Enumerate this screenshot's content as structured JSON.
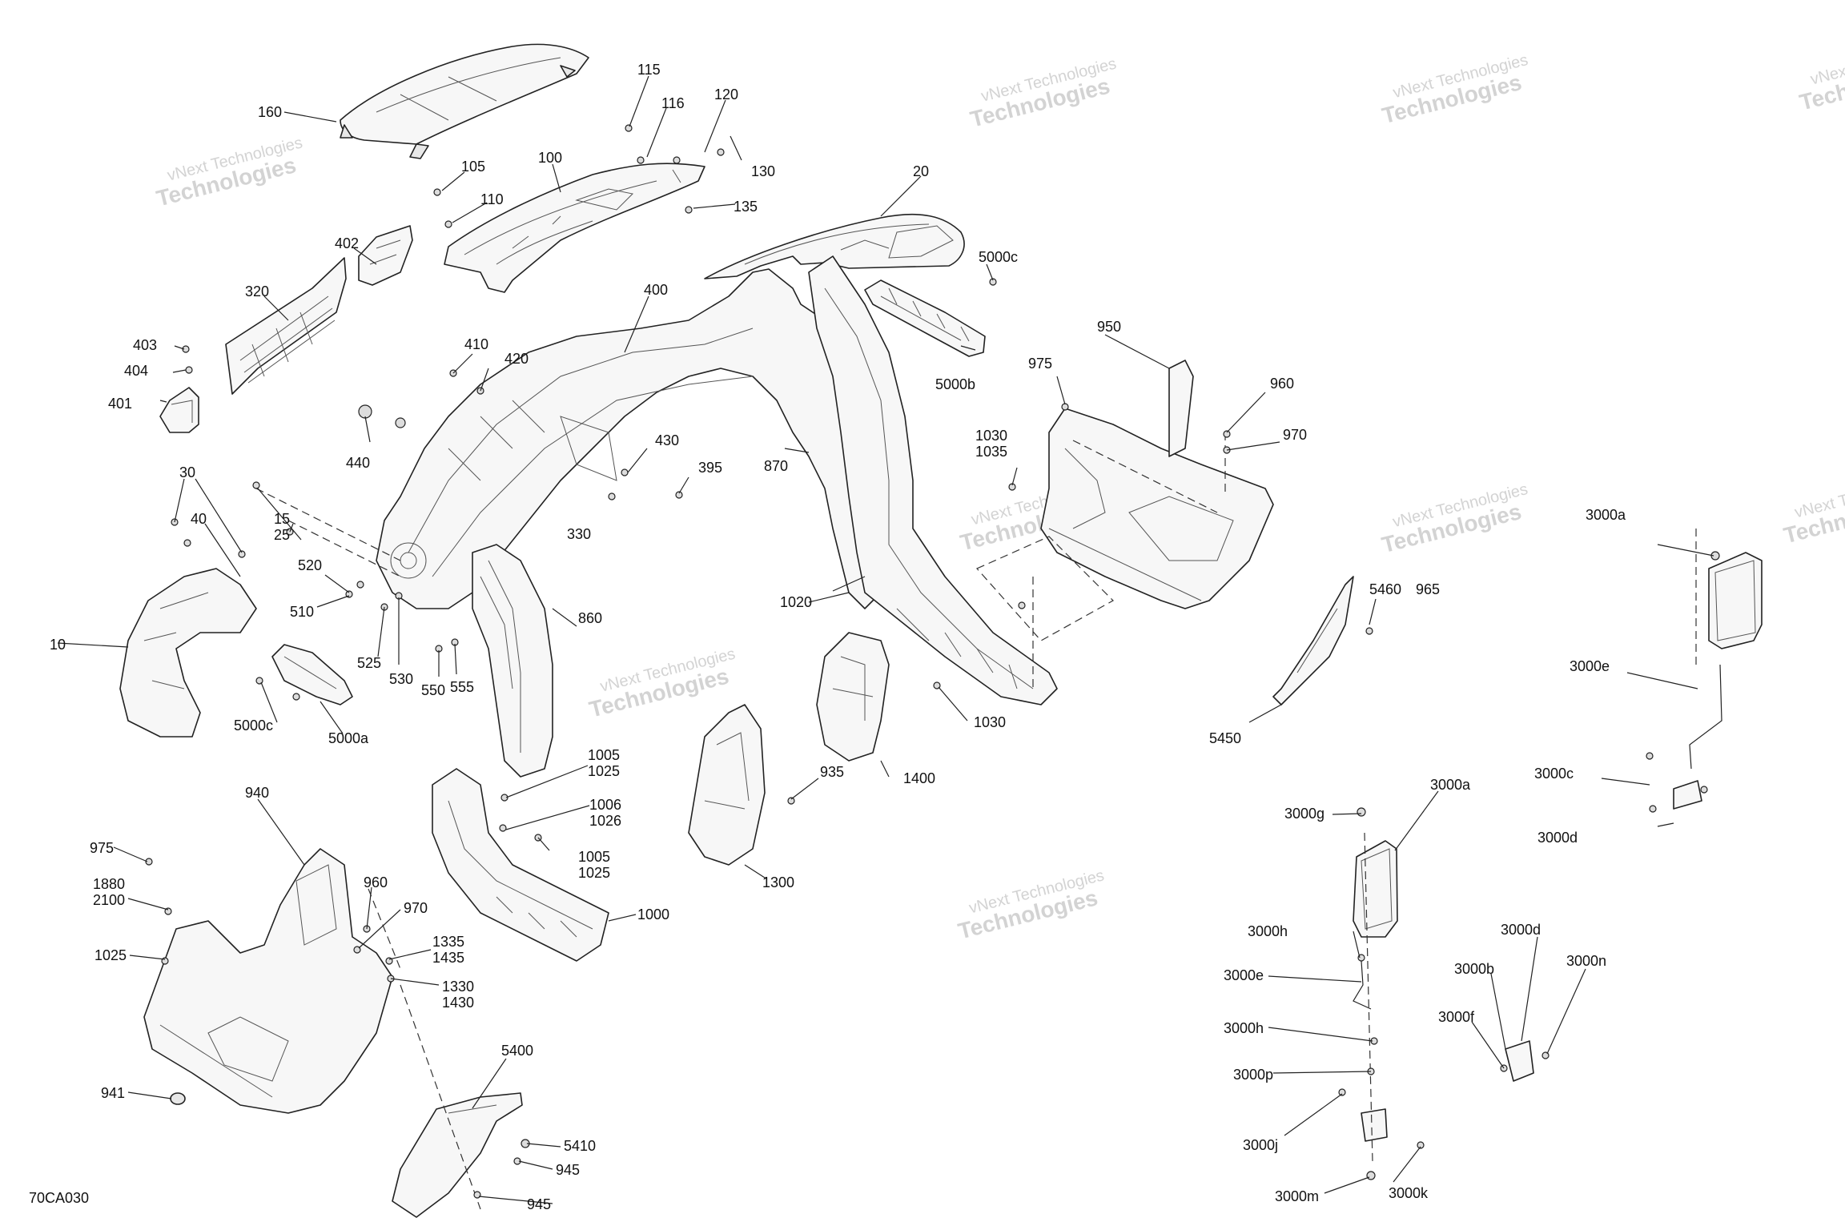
{
  "diagram_code": "70CA030",
  "watermark": {
    "line1": "vNext Technologies",
    "line2": "Technologies"
  },
  "callouts": [
    {
      "id": "c160",
      "text": "160"
    },
    {
      "id": "c115",
      "text": "115"
    },
    {
      "id": "c116",
      "text": "116"
    },
    {
      "id": "c120",
      "text": "120"
    },
    {
      "id": "c130",
      "text": "130"
    },
    {
      "id": "c105",
      "text": "105"
    },
    {
      "id": "c100",
      "text": "100"
    },
    {
      "id": "c110",
      "text": "110"
    },
    {
      "id": "c135",
      "text": "135"
    },
    {
      "id": "c20",
      "text": "20"
    },
    {
      "id": "c402",
      "text": "402"
    },
    {
      "id": "c320",
      "text": "320"
    },
    {
      "id": "c400",
      "text": "400"
    },
    {
      "id": "c5000c_top",
      "text": "5000c"
    },
    {
      "id": "c403",
      "text": "403"
    },
    {
      "id": "c404",
      "text": "404"
    },
    {
      "id": "c401",
      "text": "401"
    },
    {
      "id": "c410",
      "text": "410"
    },
    {
      "id": "c420",
      "text": "420"
    },
    {
      "id": "c950",
      "text": "950"
    },
    {
      "id": "c975_r",
      "text": "975"
    },
    {
      "id": "c5000b",
      "text": "5000b"
    },
    {
      "id": "c960_r",
      "text": "960"
    },
    {
      "id": "c440",
      "text": "440"
    },
    {
      "id": "c430",
      "text": "430"
    },
    {
      "id": "c1030a",
      "text": "1030"
    },
    {
      "id": "c1035",
      "text": "1035"
    },
    {
      "id": "c970_r",
      "text": "970"
    },
    {
      "id": "c870",
      "text": "870"
    },
    {
      "id": "c395",
      "text": "395"
    },
    {
      "id": "c30",
      "text": "30"
    },
    {
      "id": "c40",
      "text": "40"
    },
    {
      "id": "c15",
      "text": "15"
    },
    {
      "id": "c25",
      "text": "25"
    },
    {
      "id": "c330",
      "text": "330"
    },
    {
      "id": "c3000a_r",
      "text": "3000a"
    },
    {
      "id": "c520",
      "text": "520"
    },
    {
      "id": "c510",
      "text": "510"
    },
    {
      "id": "c1020",
      "text": "1020"
    },
    {
      "id": "c860",
      "text": "860"
    },
    {
      "id": "c5460",
      "text": "5460"
    },
    {
      "id": "c965",
      "text": "965"
    },
    {
      "id": "c10",
      "text": "10"
    },
    {
      "id": "c525",
      "text": "525"
    },
    {
      "id": "c530",
      "text": "530"
    },
    {
      "id": "c550",
      "text": "550"
    },
    {
      "id": "c555",
      "text": "555"
    },
    {
      "id": "c3000e_r",
      "text": "3000e"
    },
    {
      "id": "c5000c_b",
      "text": "5000c"
    },
    {
      "id": "c5000a",
      "text": "5000a"
    },
    {
      "id": "c1030b",
      "text": "1030"
    },
    {
      "id": "c5450",
      "text": "5450"
    },
    {
      "id": "c1005a",
      "text": "1005"
    },
    {
      "id": "c1025a",
      "text": "1025"
    },
    {
      "id": "c935",
      "text": "935"
    },
    {
      "id": "c3000c",
      "text": "3000c"
    },
    {
      "id": "c1400",
      "text": "1400"
    },
    {
      "id": "c940",
      "text": "940"
    },
    {
      "id": "c1006",
      "text": "1006"
    },
    {
      "id": "c1026",
      "text": "1026"
    },
    {
      "id": "c3000g",
      "text": "3000g"
    },
    {
      "id": "c3000a_m",
      "text": "3000a"
    },
    {
      "id": "c3000d_r",
      "text": "3000d"
    },
    {
      "id": "c975_l",
      "text": "975"
    },
    {
      "id": "c1005b",
      "text": "1005"
    },
    {
      "id": "c1025b",
      "text": "1025"
    },
    {
      "id": "c1300",
      "text": "1300"
    },
    {
      "id": "c960_l",
      "text": "960"
    },
    {
      "id": "c1880",
      "text": "1880"
    },
    {
      "id": "c2100",
      "text": "2100"
    },
    {
      "id": "c970_l",
      "text": "970"
    },
    {
      "id": "c1000",
      "text": "1000"
    },
    {
      "id": "c3000h_a",
      "text": "3000h"
    },
    {
      "id": "c3000d_m",
      "text": "3000d"
    },
    {
      "id": "c1335",
      "text": "1335"
    },
    {
      "id": "c1435",
      "text": "1435"
    },
    {
      "id": "c1025c",
      "text": "1025"
    },
    {
      "id": "c3000e_m",
      "text": "3000e"
    },
    {
      "id": "c3000b",
      "text": "3000b"
    },
    {
      "id": "c3000n",
      "text": "3000n"
    },
    {
      "id": "c1330",
      "text": "1330"
    },
    {
      "id": "c1430",
      "text": "1430"
    },
    {
      "id": "c3000f",
      "text": "3000f"
    },
    {
      "id": "c3000h_b",
      "text": "3000h"
    },
    {
      "id": "c5400",
      "text": "5400"
    },
    {
      "id": "c941",
      "text": "941"
    },
    {
      "id": "c3000p",
      "text": "3000p"
    },
    {
      "id": "c5410",
      "text": "5410"
    },
    {
      "id": "c945a",
      "text": "945"
    },
    {
      "id": "c3000j",
      "text": "3000j"
    },
    {
      "id": "c945b",
      "text": "945"
    },
    {
      "id": "c3000m",
      "text": "3000m"
    },
    {
      "id": "c3000k",
      "text": "3000k"
    }
  ]
}
